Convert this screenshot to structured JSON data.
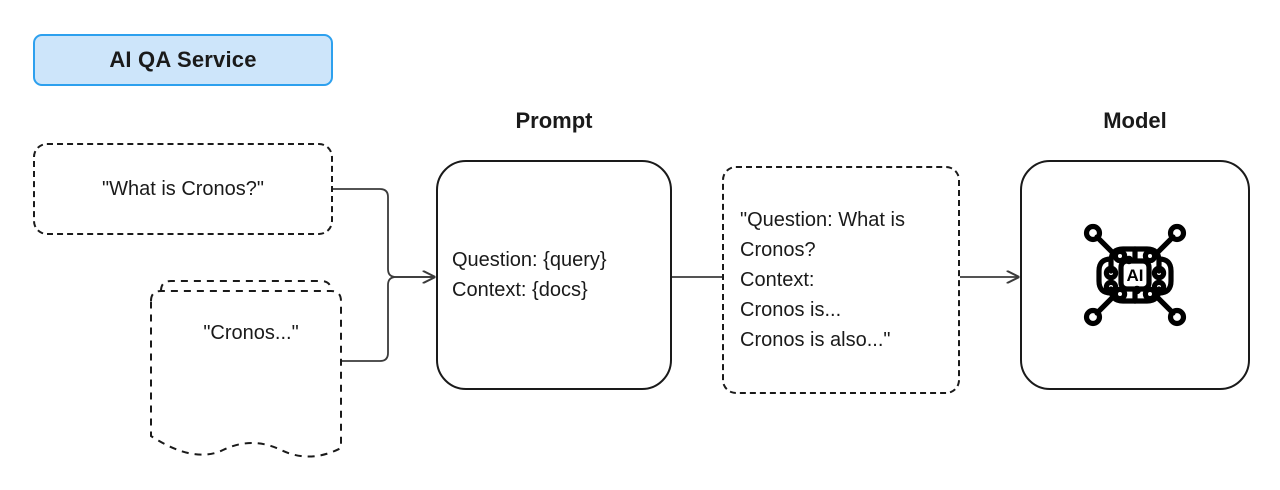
{
  "diagram": {
    "title": "AI QA Service",
    "background_color": "#ffffff",
    "stroke_color": "#1a1a1a",
    "badge_fill": "#cde5fa",
    "badge_border": "#2da0ee"
  },
  "badge": {
    "label": "AI QA Service"
  },
  "headings": {
    "prompt": "Prompt",
    "model": "Model"
  },
  "nodes": {
    "question": {
      "label": "\"What is Cronos?\"",
      "style": "dashed-rounded-rect"
    },
    "docs": {
      "label": "\"Cronos...\"",
      "style": "dashed-document-stack"
    },
    "prompt": {
      "label": "Question: {query}\nContext: {docs}",
      "style": "solid-rounded-rect"
    },
    "rendered_prompt": {
      "label": "\"Question: What is\nCronos?\nContext:\nCronos is...\nCronos is also...\"",
      "style": "dashed-rounded-rect"
    },
    "model": {
      "icon": "ai-chip-icon",
      "icon_label": "AI",
      "style": "solid-rounded-rect"
    }
  },
  "connectors": [
    {
      "name": "question-to-prompt",
      "arrowhead": true
    },
    {
      "name": "docs-to-prompt",
      "arrowhead": true
    },
    {
      "name": "prompt-to-rendered",
      "arrowhead": false
    },
    {
      "name": "rendered-to-model",
      "arrowhead": true
    }
  ]
}
